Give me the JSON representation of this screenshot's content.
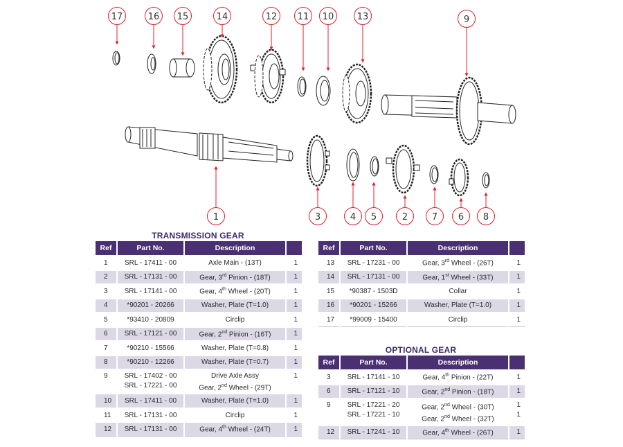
{
  "diagram": {
    "callouts": [
      {
        "ref": "17",
        "label": "Circlip"
      },
      {
        "ref": "16",
        "label": "Washer"
      },
      {
        "ref": "15",
        "label": "Collar"
      },
      {
        "ref": "14",
        "label": "Gear 1st Wheel"
      },
      {
        "ref": "12",
        "label": "Gear 4th Wheel"
      },
      {
        "ref": "11",
        "label": "Circlip"
      },
      {
        "ref": "10",
        "label": "Washer"
      },
      {
        "ref": "13",
        "label": "Gear 3rd Wheel"
      },
      {
        "ref": "9",
        "label": "Drive Axle Assy"
      },
      {
        "ref": "1",
        "label": "Axle Main"
      },
      {
        "ref": "3",
        "label": "Gear 4th Wheel"
      },
      {
        "ref": "4",
        "label": "Washer"
      },
      {
        "ref": "5",
        "label": "Circlip"
      },
      {
        "ref": "2",
        "label": "Gear 3rd Pinion"
      },
      {
        "ref": "7",
        "label": "Washer"
      },
      {
        "ref": "6",
        "label": "Gear 2nd Pinion"
      },
      {
        "ref": "8",
        "label": "Washer"
      }
    ],
    "callout_color": "#e0202a"
  },
  "transmission_gear": {
    "title": "TRANSMISSION GEAR",
    "headers": {
      "ref": "Ref",
      "part_no": "Part No.",
      "description": "Description",
      "qty": ""
    },
    "rows": [
      {
        "ref": "1",
        "part_no": "SRL - 17411 - 00",
        "desc_pre": "Axle Main - (13T)",
        "sup": "",
        "desc_post": "",
        "qty": "1"
      },
      {
        "ref": "2",
        "part_no": "SRL - 17131 - 00",
        "desc_pre": "Gear, 3",
        "sup": "rd",
        "desc_post": " Pinion - (18T)",
        "qty": "1"
      },
      {
        "ref": "3",
        "part_no": "SRL - 17141 - 00",
        "desc_pre": "Gear, 4",
        "sup": "th",
        "desc_post": " Wheel - (20T)",
        "qty": "1"
      },
      {
        "ref": "4",
        "part_no": "*90201 - 20266",
        "desc_pre": "Washer, Plate (T=1.0)",
        "sup": "",
        "desc_post": "",
        "qty": "1"
      },
      {
        "ref": "5",
        "part_no": "*93410 - 20809",
        "desc_pre": "Circlip",
        "sup": "",
        "desc_post": "",
        "qty": "1"
      },
      {
        "ref": "6",
        "part_no": "SRL - 17121 - 00",
        "desc_pre": "Gear, 2",
        "sup": "nd",
        "desc_post": " Pinion - (16T)",
        "qty": "1"
      },
      {
        "ref": "7",
        "part_no": "*90210 - 15566",
        "desc_pre": "Washer, Plate (T=0.8)",
        "sup": "",
        "desc_post": "",
        "qty": "1"
      },
      {
        "ref": "8",
        "part_no": "*90210 - 12266",
        "desc_pre": "Washer, Plate (T=0.7)",
        "sup": "",
        "desc_post": "",
        "qty": "1"
      },
      {
        "ref": "9",
        "part_no": "SRL - 17402 - 00",
        "part_no_2": "SRL - 17221 - 00",
        "desc_pre": "Drive Axle Assy",
        "desc2_pre": "Gear, 2",
        "sup2": "nd",
        "desc2_post": " Wheel - (29T)",
        "qty": "1"
      },
      {
        "ref": "10",
        "part_no": "SRL - 17411 - 00",
        "desc_pre": "Washer, Plate (T=1.0)",
        "sup": "",
        "desc_post": "",
        "qty": "1"
      },
      {
        "ref": "11",
        "part_no": "SRL - 17131 - 00",
        "desc_pre": "Circlip",
        "sup": "",
        "desc_post": "",
        "qty": "1"
      },
      {
        "ref": "12",
        "part_no": "SRL - 17131 - 00",
        "desc_pre": "Gear, 4",
        "sup": "th",
        "desc_post": " Wheel - (24T)",
        "qty": "1"
      }
    ],
    "rows_right": [
      {
        "ref": "13",
        "part_no": "SRL - 17231 - 00",
        "desc_pre": "Gear, 3",
        "sup": "rd",
        "desc_post": " Wheel - (26T)",
        "qty": "1"
      },
      {
        "ref": "14",
        "part_no": "SRL - 17131 - 00",
        "desc_pre": "Gear, 1",
        "sup": "st",
        "desc_post": " Wheel - (33T)",
        "qty": "1"
      },
      {
        "ref": "15",
        "part_no": "*90387 - 1503D",
        "desc_pre": "Collar",
        "sup": "",
        "desc_post": "",
        "qty": "1"
      },
      {
        "ref": "16",
        "part_no": "*90201 - 15266",
        "desc_pre": "Washer, Plate (T=1.0)",
        "sup": "",
        "desc_post": "",
        "qty": "1"
      },
      {
        "ref": "17",
        "part_no": "*99009 - 15400",
        "desc_pre": "Circlip",
        "sup": "",
        "desc_post": "",
        "qty": "1"
      }
    ]
  },
  "optional_gear": {
    "title": "OPTIONAL GEAR",
    "headers": {
      "ref": "Ref",
      "part_no": "Part No.",
      "description": "Description",
      "qty": ""
    },
    "rows": [
      {
        "ref": "3",
        "part_no": "SRL - 17141 - 10",
        "desc_pre": "Gear, 4",
        "sup": "th",
        "desc_post": " Pinion - (22T)",
        "qty": "1"
      },
      {
        "ref": "6",
        "part_no": "SRL - 17121 - 10",
        "desc_pre": "Gear, 2",
        "sup": "nd",
        "desc_post": " Pinion - (18T)",
        "qty": "1"
      },
      {
        "ref": "9",
        "part_no": "SRL - 17221 - 20",
        "part_no_2": "SRL - 17221 - 10",
        "desc_pre": "Gear, 2",
        "sup": "nd",
        "desc_post": " Wheel - (30T)",
        "desc2_pre": "Gear, 2",
        "sup2": "nd",
        "desc2_post": " Wheel - (32T)",
        "qty": "1",
        "qty_2": "1"
      },
      {
        "ref": "12",
        "part_no": "SRL - 17241 - 10",
        "desc_pre": "Gear, 4",
        "sup": "th",
        "desc_post": " Wheel - (26T)",
        "qty": "1"
      }
    ]
  }
}
